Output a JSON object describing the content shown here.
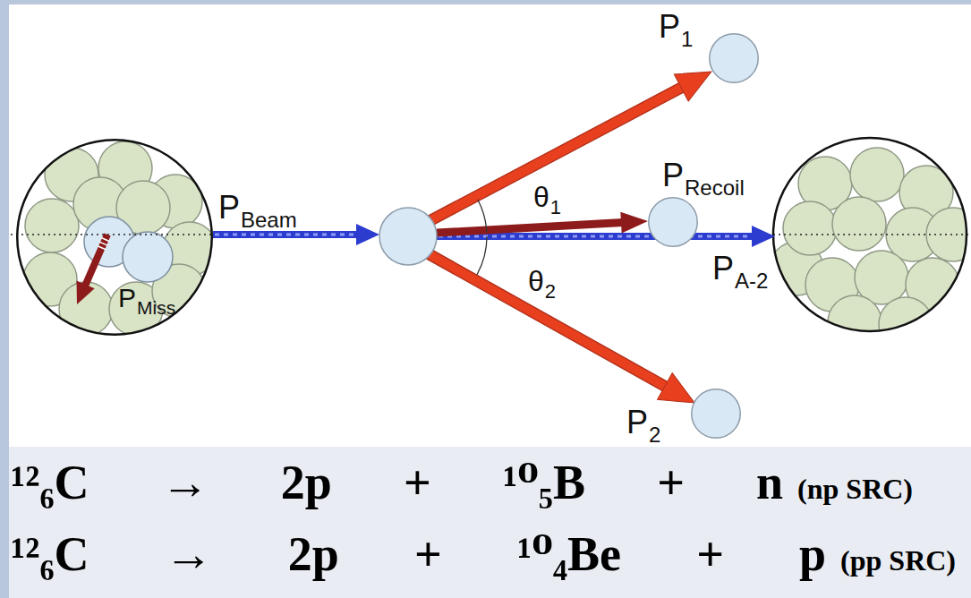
{
  "diagram": {
    "nodes": [
      {
        "text": [
          "P",
          "Miss"
        ]
      },
      {
        "text": [
          "P",
          "1"
        ]
      },
      {
        "text": [
          "P",
          "Recoil"
        ]
      },
      {
        "text": [
          "P",
          "2"
        ]
      }
    ],
    "labels": [
      "P",
      "Beam",
      "θ",
      "1",
      "θ",
      "2",
      "P",
      "A-2",
      "¹²₆C → 2p + ¹⁰₅B + n",
      "(np SRC)",
      "¹²₆C → 2p + ¹⁰₄Be + p",
      "(pp SRC)"
    ]
  }
}
